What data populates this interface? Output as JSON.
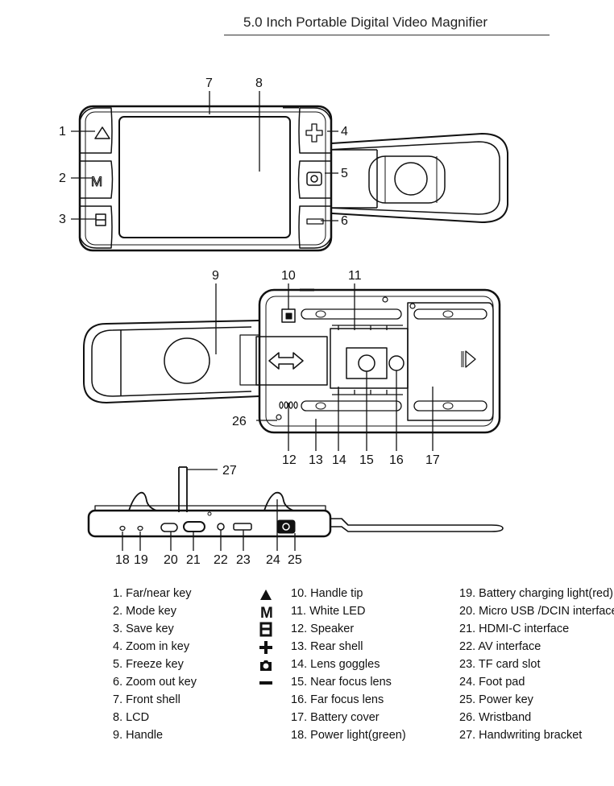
{
  "title": "5.0 Inch Portable Digital Video Magnifier",
  "callouts": {
    "front": [
      "1",
      "2",
      "3",
      "4",
      "5",
      "6",
      "7",
      "8"
    ],
    "rear": [
      "9",
      "10",
      "11",
      "12",
      "13",
      "14",
      "15",
      "16",
      "17",
      "26"
    ],
    "bottom": [
      "18",
      "19",
      "20",
      "21",
      "22",
      "23",
      "24",
      "25",
      "27"
    ]
  },
  "legend": {
    "col1": [
      "1. Far/near key",
      "2. Mode key",
      "3. Save key",
      "4. Zoom in key",
      "5. Freeze key",
      "6. Zoom out key",
      "7. Front shell",
      "8. LCD",
      "9. Handle"
    ],
    "col2": [
      "10. Handle tip",
      "11. White LED",
      "12. Speaker",
      "13. Rear shell",
      "14. Lens goggles",
      "15. Near focus lens",
      "16. Far focus lens",
      "17. Battery cover",
      "18. Power light(green)"
    ],
    "col3": [
      "19. Battery charging light(red)",
      "20. Micro USB /DCIN interface",
      "21. HDMI-C interface",
      "22. AV interface",
      "23. TF card slot",
      "24. Foot pad",
      "25. Power key",
      "26. Wristband",
      "27. Handwriting bracket"
    ],
    "symbols": [
      "triangle-icon",
      "mode-m-icon",
      "save-icon",
      "plus-icon",
      "camera-icon",
      "minus-icon"
    ],
    "mode_symbol_text": "M"
  },
  "key_labels": {
    "mode": "M"
  }
}
